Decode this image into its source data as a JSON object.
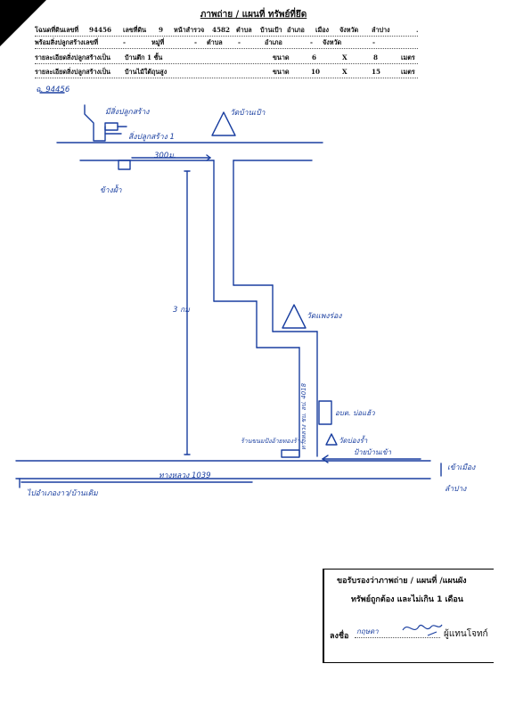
{
  "header": {
    "title": "ภาพถ่าย / แผนที่ ทรัพย์ที่ยึด",
    "row1": {
      "deed_label": "โฉนดที่ดินเลขที่",
      "deed_no": "94456",
      "land_no_label": "เลขที่ดิน",
      "land_no": "9",
      "survey_label": "หน้าสำรวจ",
      "survey_no": "4582",
      "tambon_label": "ตำบล",
      "tambon": "บ้านเป้า",
      "amphoe_label": "อำเภอ",
      "amphoe": "เมือง",
      "province_label": "จังหวัด",
      "province": "ลำปาง",
      "end": "."
    },
    "row2": {
      "with_building_label": "พร้อมสิ่งปลูกสร้างเลขที่",
      "with_building": "-",
      "moo_label": "หมู่ที่",
      "moo": "-",
      "tambon_label": "ตำบล",
      "tambon": "-",
      "amphoe_label": "อำเภอ",
      "amphoe": "-",
      "province_label": "จังหวัด",
      "province": "-"
    },
    "row3": {
      "detail_label": "รายละเอียดสิ่งปลูกสร้างเป็น",
      "detail": "บ้านตึก 1 ชั้น",
      "size_label": "ขนาด",
      "width": "6",
      "x": "X",
      "length": "8",
      "unit": "เมตร"
    },
    "row4": {
      "detail_label": "รายละเอียดสิ่งปลูกสร้างเป็น",
      "detail": "บ้านไม้ใต้ถุนสูง",
      "size_label": "ขนาด",
      "width": "10",
      "x": "X",
      "length": "15",
      "unit": "เมตร"
    }
  },
  "map": {
    "deed_label": "ฉ. 94456",
    "building_note": "มีสิ่งปลูกสร้าง",
    "building_note2": "สิ่งปลูกสร้าง 1",
    "temple_top": "วัดบ้านเป้า",
    "dist_top": "300ม.",
    "water_label": "ข้างฝ้ำ",
    "dist_vertical": "3 กม",
    "temple_mid": "วัดแพงร่อง",
    "road_side": "ทางหลวง ชบ. ลป. 4018",
    "obt": "อบต. บ่อแฮ้ว",
    "temple_low": "วัดบ่องร้ำ",
    "shop": "ร้านขนมปังอ้ายทองร้าง",
    "gate": "ป้ายบ้านเข้า",
    "highway": "ทางหลวง 1039",
    "to_left": "ไปอำเภองาว/บ้านเดิม",
    "to_right_1": "เข้าเมือง",
    "to_right_2": "ลำปาง"
  },
  "certification": {
    "line1": "ขอรับรองว่าภาพถ่าย / แผนที่ /แผนผัง",
    "line2": "ทรัพย์ถูกต้อง และไม่เกิน 1 เดือน",
    "sign_label": "ลงชื่อ",
    "sign_prefix": "กฤษดา",
    "role": "ผู้แทนโจทก์"
  },
  "colors": {
    "ink": "#1a3fa0",
    "print": "#111111"
  }
}
